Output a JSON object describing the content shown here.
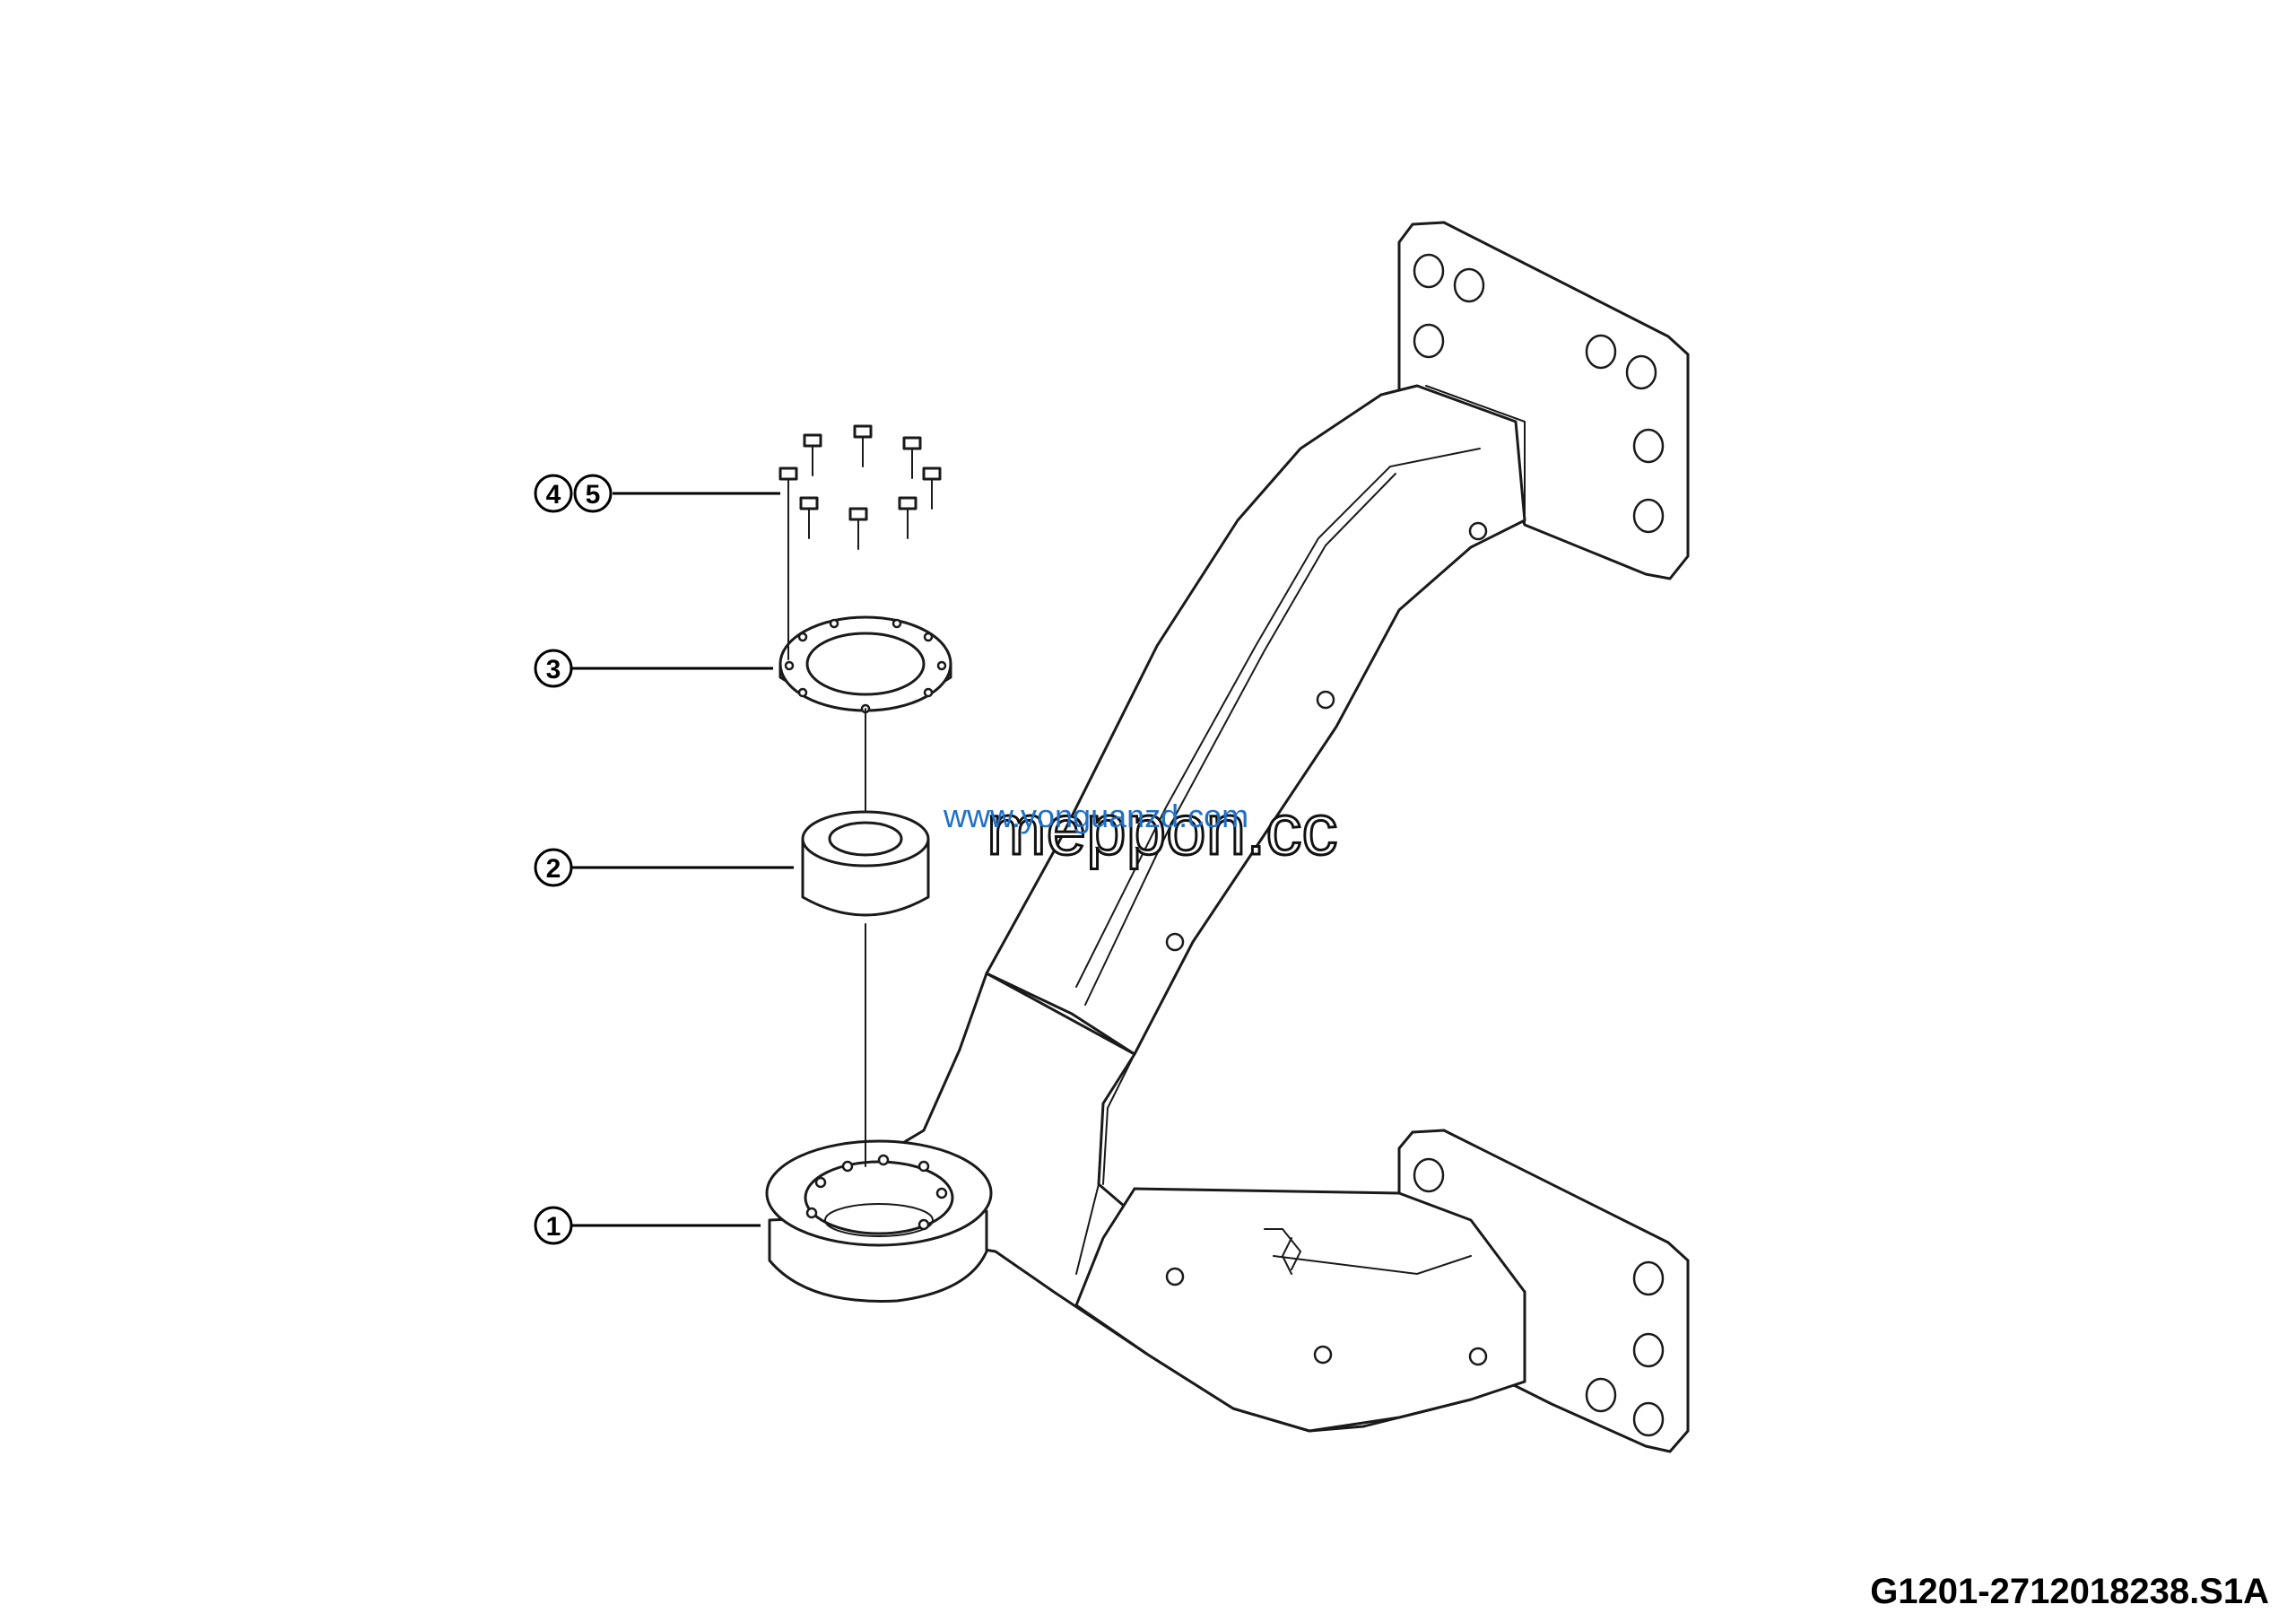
{
  "callouts": [
    {
      "id": "1",
      "label": "1"
    },
    {
      "id": "2",
      "label": "2"
    },
    {
      "id": "3",
      "label": "3"
    },
    {
      "id": "4",
      "label": "4"
    },
    {
      "id": "5",
      "label": "5"
    }
  ],
  "watermark": {
    "large": "meppon.cc",
    "small": "www.yonguanzd.com",
    "small_color": "#1f6fc7"
  },
  "drawing_code": "G1201-2712018238.S1A"
}
